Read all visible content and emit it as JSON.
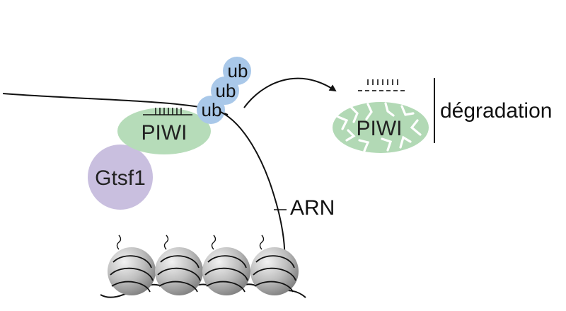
{
  "colors": {
    "piwi": "#b6dcb9",
    "piwi_degraded": "#b2d9b5",
    "gtsf1": "#c9bfdf",
    "ub": "#a9c8e9",
    "nucleosome_light": "#eeeeee",
    "nucleosome_dark": "#8c8c8c",
    "line": "#111111"
  },
  "labels": {
    "ub_top": "ub",
    "ub_middle": "ub",
    "ub_bottom": "ub",
    "piwi": "PIWI",
    "gtsf1": "Gtsf1",
    "piwi_degraded": "PIWI",
    "degradation": "dégradation",
    "arn": "ARN"
  },
  "icons": [
    "ubiquitin-bead",
    "nucleosome",
    "bound-rna-ladder",
    "released-rna-fragments",
    "curved-arrow"
  ]
}
